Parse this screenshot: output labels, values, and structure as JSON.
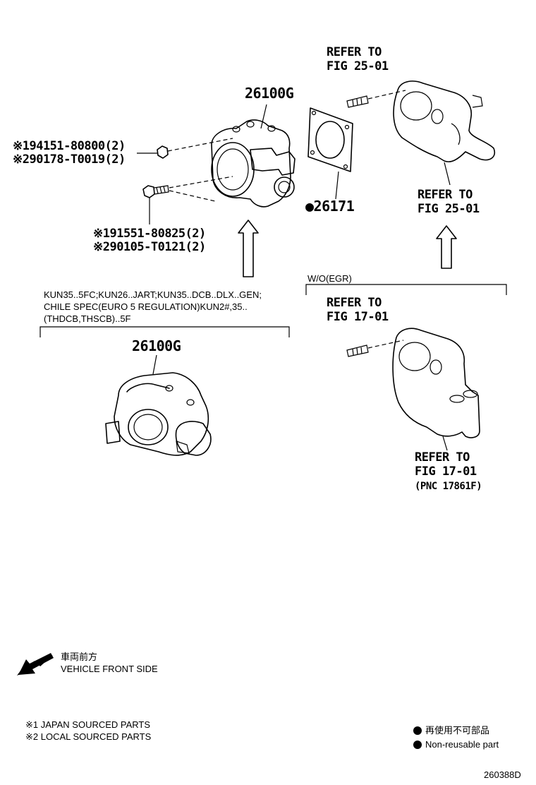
{
  "main_part": {
    "number": "26100G"
  },
  "bolt_upper": {
    "line1": "※194151-80800(2)",
    "line2": "※290178-T0019(2)"
  },
  "bolt_lower": {
    "line1": "※191551-80825(2)",
    "line2": "※290105-T0121(2)"
  },
  "gasket": {
    "number": "●26171"
  },
  "refer_top": {
    "line1": "REFER TO",
    "line2": "FIG 25-01"
  },
  "refer_right": {
    "line1": "REFER TO",
    "line2": "FIG 25-01"
  },
  "refer_mid": {
    "line1": "REFER TO",
    "line2": "FIG 17-01"
  },
  "refer_bottom": {
    "line1": "REFER TO",
    "line2": "FIG 17-01",
    "line3": "(PNC 17861F)"
  },
  "condition_egr": "W/O(EGR)",
  "condition_models": {
    "line1": "KUN35..5FC;KUN26..JART;KUN35..DCB..DLX..GEN;",
    "line2": "CHILE SPEC(EURO 5 REGULATION)KUN2#,35..",
    "line3": "(THDCB,THSCB)..5F"
  },
  "alt_part": {
    "number": "26100G"
  },
  "front_side": {
    "jp": "車両前方",
    "en": "VEHICLE FRONT SIDE"
  },
  "legend_sources": {
    "line1": "※1 JAPAN SOURCED PARTS",
    "line2": "※2 LOCAL SOURCED PARTS"
  },
  "legend_reuse": {
    "jp": "再使用不可部品",
    "en": "Non-reusable part"
  },
  "figure_id": "260388D",
  "icons": {
    "front_arrow": "arrow-down-left-icon",
    "bullet": "filled-circle-icon"
  }
}
